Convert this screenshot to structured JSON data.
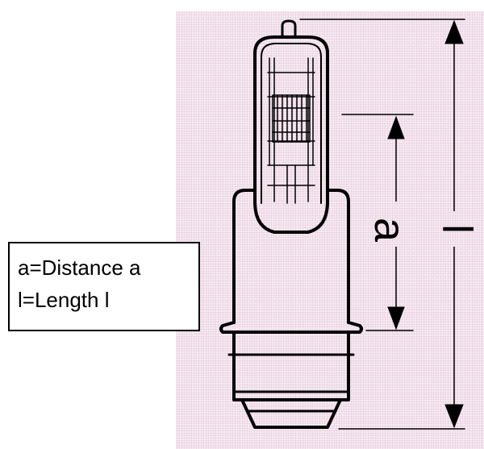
{
  "legend": {
    "line1": "a=Distance a",
    "line2": "l=Length l"
  },
  "dimensions": {
    "a_label": "a",
    "l_label": "l"
  },
  "colors": {
    "background_tint": "#f6eaf2",
    "ink": "#000000"
  }
}
